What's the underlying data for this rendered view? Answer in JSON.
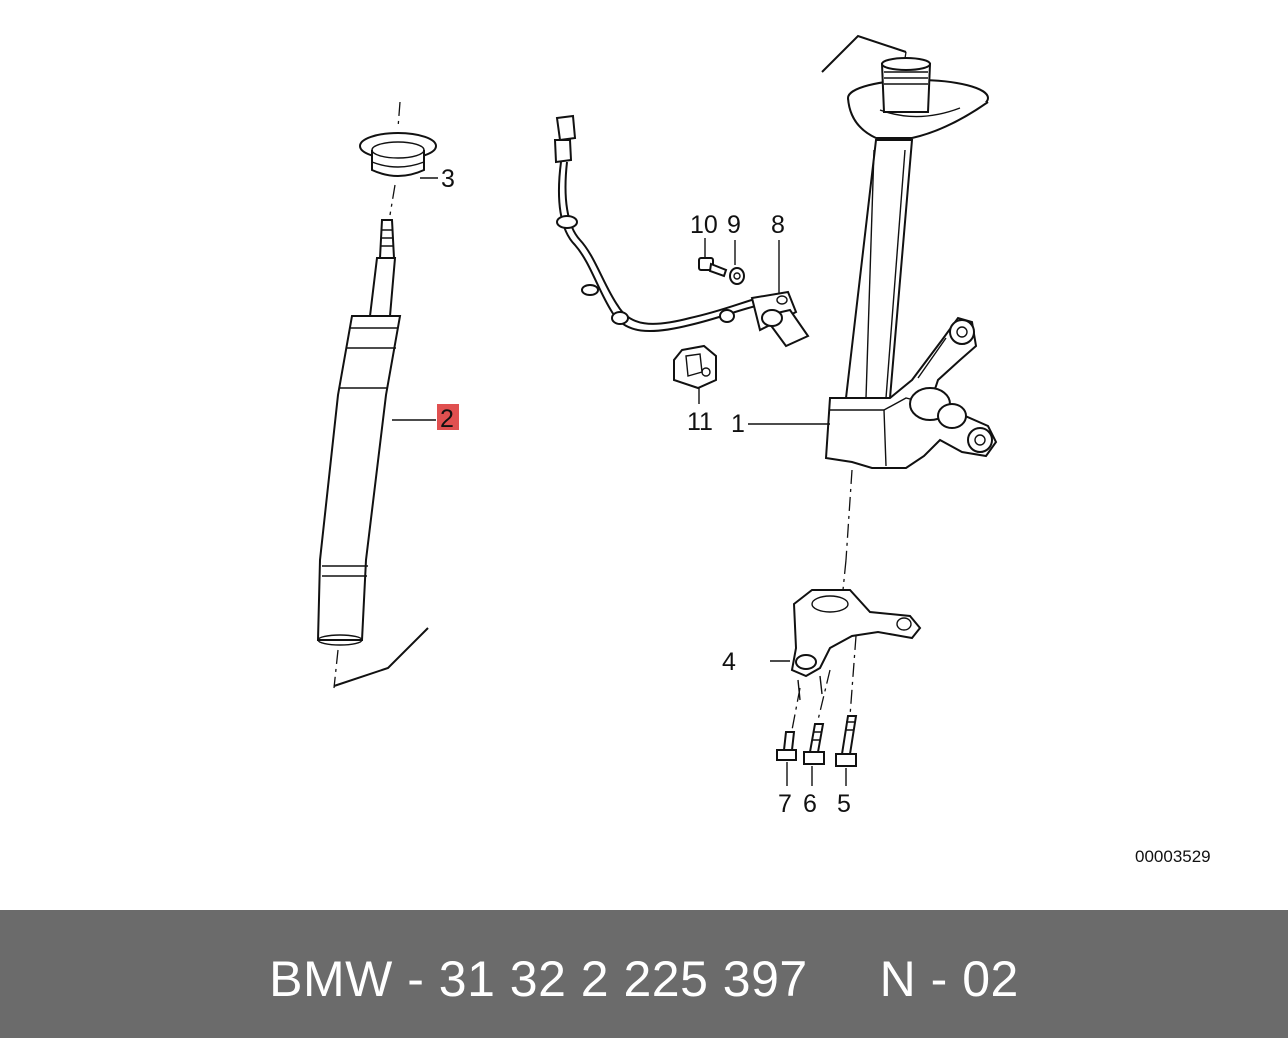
{
  "diagram": {
    "callouts": [
      {
        "id": "1",
        "label": "1"
      },
      {
        "id": "2",
        "label": "2",
        "highlight": true
      },
      {
        "id": "3",
        "label": "3"
      },
      {
        "id": "4",
        "label": "4"
      },
      {
        "id": "5",
        "label": "5"
      },
      {
        "id": "6",
        "label": "6"
      },
      {
        "id": "7",
        "label": "7"
      },
      {
        "id": "8",
        "label": "8"
      },
      {
        "id": "9",
        "label": "9"
      },
      {
        "id": "10",
        "label": "10"
      },
      {
        "id": "11",
        "label": "11"
      }
    ],
    "reference_number": "00003529",
    "highlight_color": "#e05050"
  },
  "footer": {
    "text": "BMW - 31 32 2 225 397     N - 02",
    "background": "#6b6b6b"
  }
}
